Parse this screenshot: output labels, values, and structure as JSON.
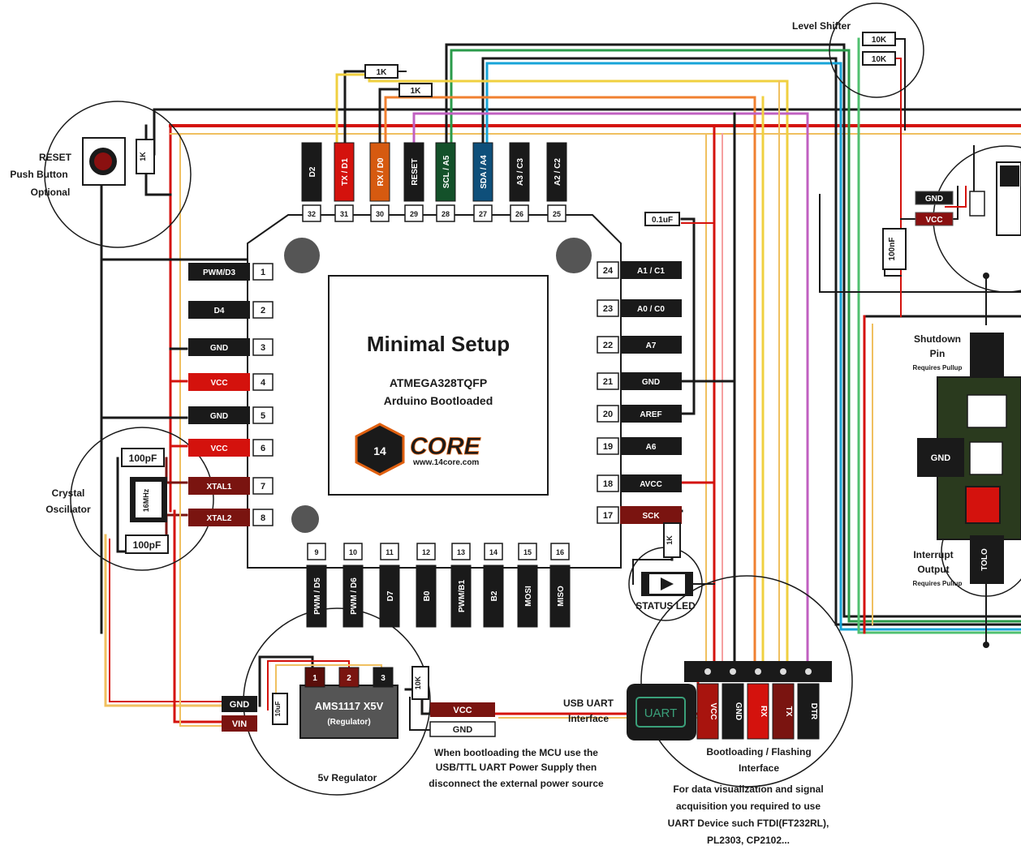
{
  "title": "Minimal Setup",
  "chip_line1": "ATMEGA328TQFP",
  "chip_line2": "Arduino Bootloaded",
  "logo_text": "CORE",
  "logo_url": "www.14core.com",
  "logo_num": "14",
  "labels": {
    "level_shifter": "Level Shifter",
    "reset_1": "RESET",
    "reset_2": "Push Button",
    "reset_3": "Optional",
    "crystal_1": "Crystal",
    "crystal_2": "Oscillator",
    "status_led": "STATUS LED",
    "usb_uart_1": "USB UART",
    "usb_uart_2": "Interface",
    "uart_box": "UART",
    "boot_1": "Bootloading / Flashing",
    "boot_2": "Interface",
    "regulator_caption": "5v Regulator",
    "regulator_name": "AMS1117 X5V",
    "regulator_sub": "(Regulator)",
    "note_1": "When bootloading the MCU use the",
    "note_2": "USB/TTL UART Power Supply then",
    "note_3": "disconnect the external power source",
    "data_1": "For data visualization and signal",
    "data_2": "acquisition you required to use",
    "data_3": "UART Device such FTDI(FT232RL),",
    "data_4": "PL2303, CP2102...",
    "shutdown_1": "Shutdown",
    "shutdown_2": "Pin",
    "shutdown_3": "Requires Pullup",
    "interrupt_1": "Interrupt",
    "interrupt_2": "Output",
    "interrupt_3": "Requires Pullup",
    "gnd_right": "GND",
    "tolo": "TOLO"
  },
  "components": {
    "r1k_a": "1K",
    "r1k_b": "1K",
    "r10k_a": "10K",
    "r10k_b": "10K",
    "r1k_reset": "1K",
    "c100pf_top": "100pF",
    "c100pf_bot": "100pF",
    "xtal": "16MHz",
    "c01uf": "0.1uF",
    "c100nf": "100nF",
    "r10k_reg": "10K",
    "c_reg": "10uF",
    "gnd_reg": "GND",
    "vin_reg": "VIN",
    "gnd_bottom": "GND",
    "vcc_bottom": "VCC",
    "gnd_top_right": "GND",
    "vcc_top_right": "VCC",
    "r_led": "1K"
  },
  "pins_left": [
    {
      "num": "1",
      "label": "PWM/D3",
      "color": "#1a1a1a"
    },
    {
      "num": "2",
      "label": "D4",
      "color": "#1a1a1a"
    },
    {
      "num": "3",
      "label": "GND",
      "color": "#1a1a1a"
    },
    {
      "num": "4",
      "label": "VCC",
      "color": "#d4120d"
    },
    {
      "num": "5",
      "label": "GND",
      "color": "#1a1a1a"
    },
    {
      "num": "6",
      "label": "VCC",
      "color": "#d4120d"
    },
    {
      "num": "7",
      "label": "XTAL1",
      "color": "#7a1410"
    },
    {
      "num": "8",
      "label": "XTAL2",
      "color": "#7a1410"
    }
  ],
  "pins_right": [
    {
      "num": "24",
      "label": "A1 / C1",
      "color": "#1a1a1a"
    },
    {
      "num": "23",
      "label": "A0 / C0",
      "color": "#1a1a1a"
    },
    {
      "num": "22",
      "label": "A7",
      "color": "#1a1a1a"
    },
    {
      "num": "21",
      "label": "GND",
      "color": "#1a1a1a"
    },
    {
      "num": "20",
      "label": "AREF",
      "color": "#1a1a1a"
    },
    {
      "num": "19",
      "label": "A6",
      "color": "#1a1a1a"
    },
    {
      "num": "18",
      "label": "AVCC",
      "color": "#1a1a1a"
    },
    {
      "num": "17",
      "label": "SCK",
      "color": "#7a1410"
    }
  ],
  "pins_top": [
    {
      "num": "32",
      "label": "D2",
      "color": "#1a1a1a"
    },
    {
      "num": "31",
      "label": "TX / D1",
      "color": "#d4120d"
    },
    {
      "num": "30",
      "label": "RX / D0",
      "color": "#d65a10"
    },
    {
      "num": "29",
      "label": "RESET",
      "color": "#1a1a1a"
    },
    {
      "num": "28",
      "label": "SCL / A5",
      "color": "#14512a"
    },
    {
      "num": "27",
      "label": "SDA / A4",
      "color": "#0e4f7a"
    },
    {
      "num": "26",
      "label": "A3 / C3",
      "color": "#1a1a1a"
    },
    {
      "num": "25",
      "label": "A2 / C2",
      "color": "#1a1a1a"
    }
  ],
  "pins_bottom": [
    {
      "num": "9",
      "label": "PWM / D5",
      "color": "#1a1a1a"
    },
    {
      "num": "10",
      "label": "PWM / D6",
      "color": "#1a1a1a"
    },
    {
      "num": "11",
      "label": "D7",
      "color": "#1a1a1a"
    },
    {
      "num": "12",
      "label": "B0",
      "color": "#1a1a1a"
    },
    {
      "num": "13",
      "label": "PWM/B1",
      "color": "#1a1a1a"
    },
    {
      "num": "14",
      "label": "B2",
      "color": "#1a1a1a"
    },
    {
      "num": "15",
      "label": "MOSI",
      "color": "#1a1a1a"
    },
    {
      "num": "16",
      "label": "MISO",
      "color": "#1a1a1a"
    }
  ],
  "header_pins": [
    {
      "label": "VCC",
      "color": "#a8140e"
    },
    {
      "label": "GND",
      "color": "#1a1a1a"
    },
    {
      "label": "RX",
      "color": "#d4120d"
    },
    {
      "label": "TX",
      "color": "#7a1410"
    },
    {
      "label": "DTR",
      "color": "#1a1a1a"
    }
  ],
  "reg_pins": [
    {
      "label": "1",
      "color": "#5a0e0a"
    },
    {
      "label": "2",
      "color": "#7a1410"
    },
    {
      "label": "3",
      "color": "#1a1a1a"
    }
  ]
}
